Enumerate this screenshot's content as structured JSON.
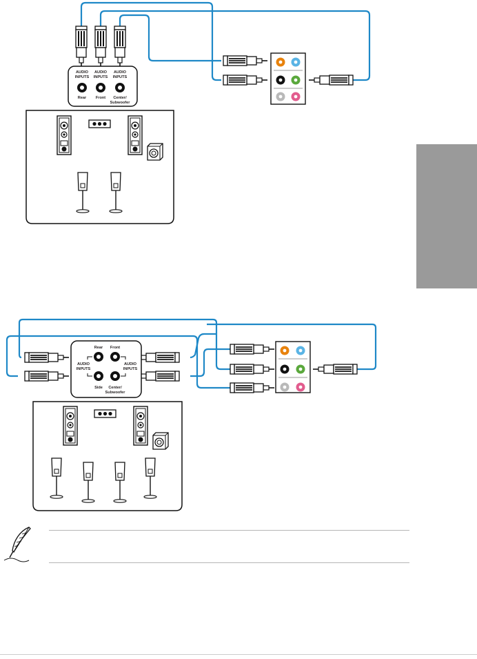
{
  "colors": {
    "cable": "#1e88c7",
    "jack_orange": "#e8820c",
    "jack_blue": "#5ab4e5",
    "jack_black": "#111111",
    "jack_green": "#5aa83c",
    "jack_gray": "#b9b9b9",
    "jack_pink": "#e25c8e",
    "side_tab": "#9a9a9a"
  },
  "diagram_top": {
    "labels": {
      "audio": "AUDIO",
      "inputs": "INPUTS",
      "rear": "Rear",
      "front": "Front",
      "center": "Center/",
      "subwoofer": "Subwoofer"
    }
  },
  "diagram_bottom": {
    "labels": {
      "rear": "Rear",
      "front": "Front",
      "side": "Side",
      "center": "Center/",
      "subwoofer": "Subwoofer",
      "audio": "AUDIO",
      "inputs": "INPUTS"
    }
  },
  "note": {
    "icon": "quill-pen-icon",
    "text": ""
  }
}
